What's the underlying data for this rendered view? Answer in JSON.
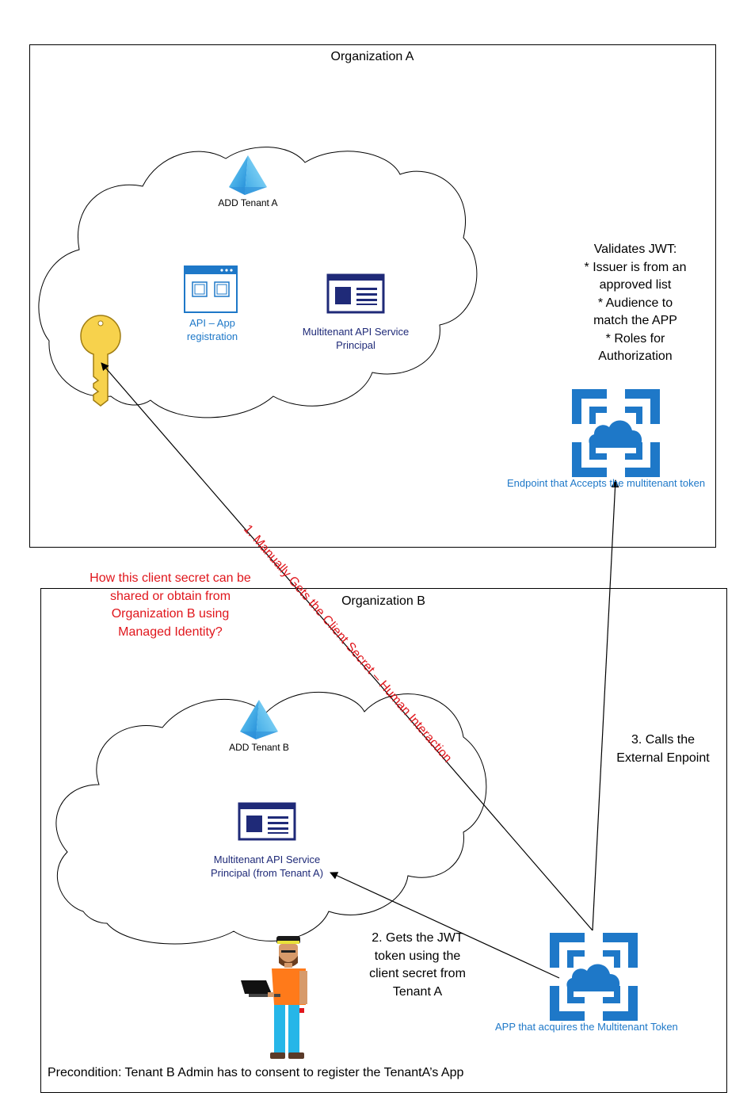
{
  "organizations": {
    "a": {
      "title": "Organization A"
    },
    "b": {
      "title": "Organization B"
    }
  },
  "tenant_a": {
    "label": "ADD Tenant A",
    "api_app_registration": "API – App registration",
    "service_principal": "Multitenant API Service Principal"
  },
  "tenant_b": {
    "label": "ADD Tenant B",
    "service_principal": "Multitenant API Service Principal (from Tenant A)"
  },
  "validation": {
    "lines": [
      "Validates JWT:",
      "* Issuer is from an",
      "approved list",
      "* Audience to",
      "match the APP",
      "* Roles for",
      "Authorization"
    ]
  },
  "endpoint": {
    "label": "Endpoint that Accepts the multitenant token"
  },
  "app": {
    "label": "APP that acquires the Multitenant Token"
  },
  "steps": {
    "step1": "1. Manually Gets the Client Secret – Human Interaction",
    "step2": "2. Gets the JWT token using the client secret from Tenant A",
    "step3": "3. Calls the External Enpoint"
  },
  "question": "How this client secret can be shared or obtain from Organization B using Managed Identity?",
  "precondition": "Precondition: Tenant B Admin has to consent to register the TenantA’s App",
  "icons": {
    "tenant": "azure-ad-pyramid-icon",
    "app_registration": "app-registration-icon",
    "service_principal": "service-principal-icon",
    "key": "client-secret-key-icon",
    "cloud_app": "azure-cloud-app-icon",
    "person": "person-with-laptop-icon"
  },
  "colors": {
    "blue": "#1e78c8",
    "navy": "#1f2a78",
    "red": "#e0161c",
    "key": "#f7d24c",
    "shirt": "#ff7a1a",
    "pants": "#26b6e8"
  }
}
